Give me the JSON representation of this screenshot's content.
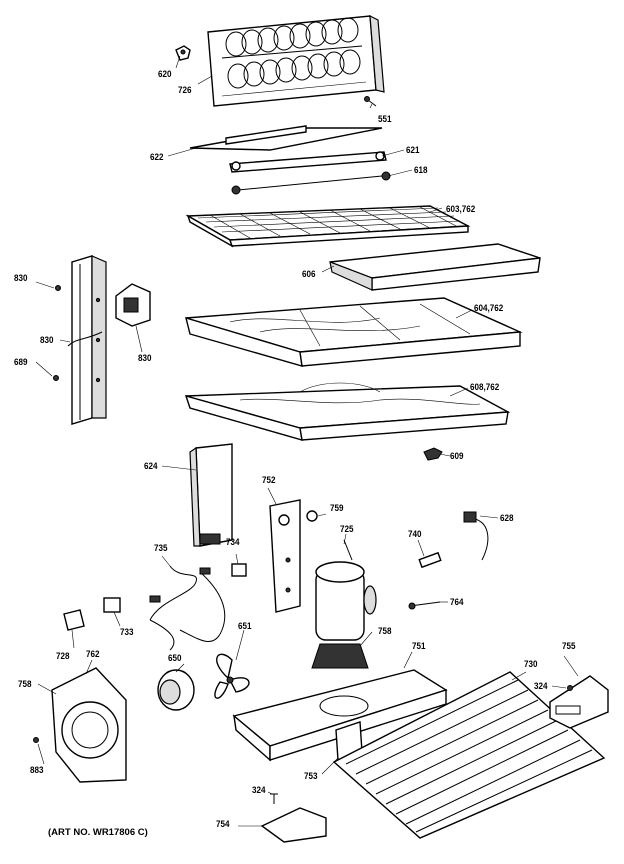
{
  "diagram": {
    "caption": "(ART NO. WR17806 C)",
    "labels": {
      "p620": "620",
      "p726": "726",
      "p551": "551",
      "p622": "622",
      "p621": "621",
      "p618": "618",
      "p603": "603,762",
      "p606": "606",
      "p830a": "830",
      "p830b": "830",
      "p830c": "830",
      "p689": "689",
      "p604": "604,762",
      "p608": "608,762",
      "p609": "609",
      "p624": "624",
      "p752": "752",
      "p759": "759",
      "p725": "725",
      "p740": "740",
      "p628": "628",
      "p735": "735",
      "p734": "734",
      "p764": "764",
      "p733": "733",
      "p728": "728",
      "p762": "762",
      "p651": "651",
      "p758a": "758",
      "p751": "751",
      "p755": "755",
      "p730": "730",
      "p758b": "758",
      "p650": "650",
      "p324a": "324",
      "p883": "883",
      "p753": "753",
      "p324b": "324",
      "p754": "754"
    }
  }
}
